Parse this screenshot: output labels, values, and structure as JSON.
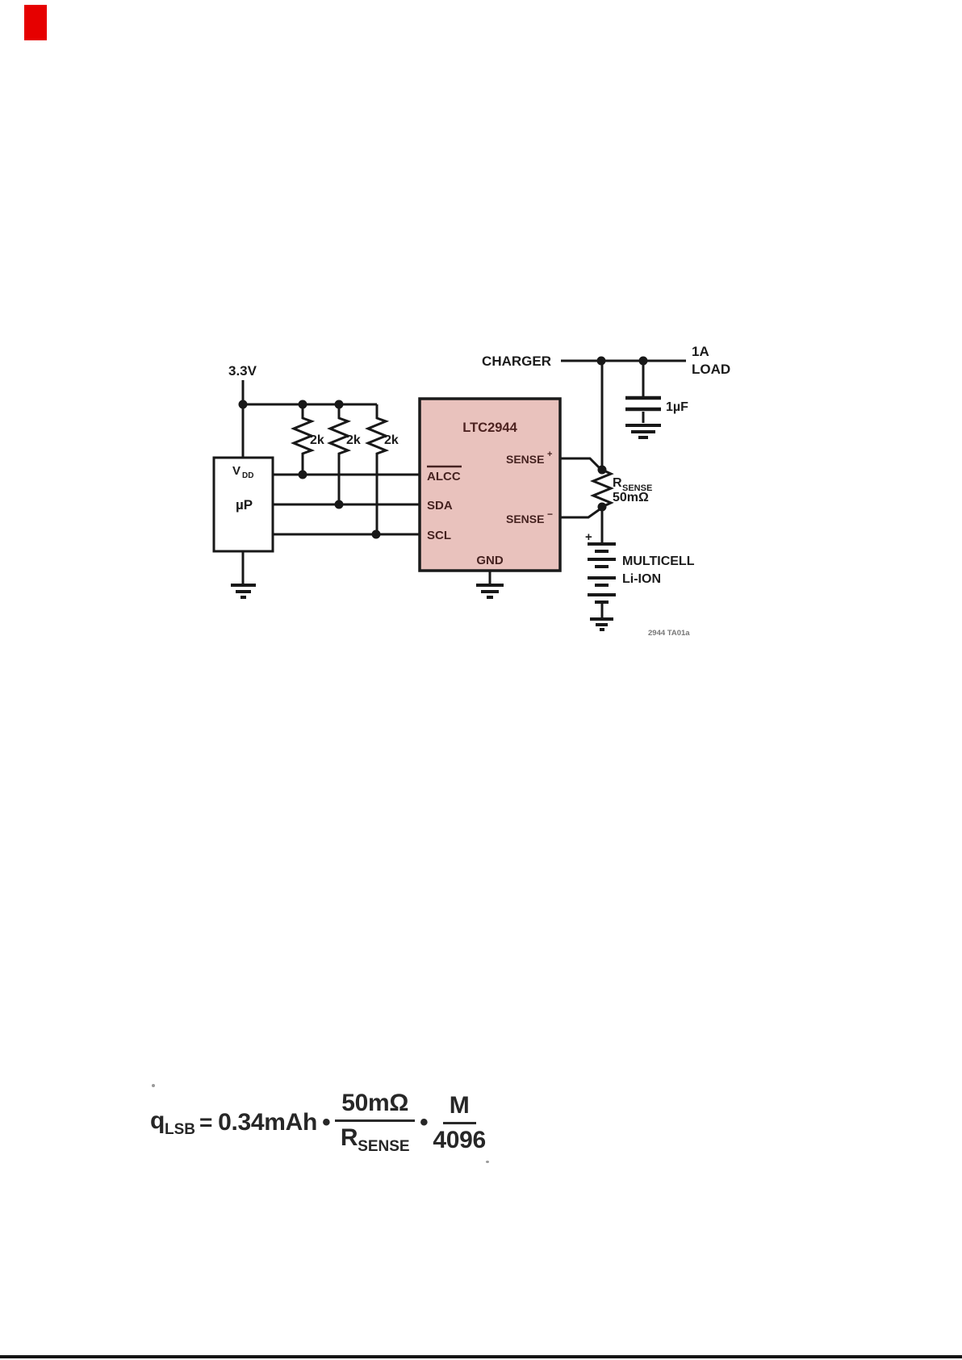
{
  "colors": {
    "marker_red": "#e60000",
    "ic_fill": "#e9c2bd",
    "ic_border": "#1a1a1a",
    "wire": "#181818",
    "label_text": "#1b1b1b",
    "ic_text": "#462321",
    "note_text": "#777777",
    "formula_text": "#272727"
  },
  "circuit": {
    "supply_label": "3.3V",
    "charger_label": "CHARGER",
    "load_line1": "1A",
    "load_line2": "LOAD",
    "cap_label": "1µF",
    "resistor_labels": [
      "2k",
      "2k",
      "2k"
    ],
    "mcu": {
      "vdd_main": "V",
      "vdd_sub": "DD",
      "name": "µP"
    },
    "ic": {
      "title": "LTC2944",
      "pin_alcc": "ALCC",
      "pin_sda": "SDA",
      "pin_scl": "SCL",
      "pin_gnd": "GND",
      "pin_sense_plus_main": "SENSE",
      "pin_sense_plus_sup": "+",
      "pin_sense_minus_main": "SENSE",
      "pin_sense_minus_sup": "−"
    },
    "rsense": {
      "r_main": "R",
      "r_sub": "SENSE",
      "value": "50mΩ"
    },
    "battery": {
      "plus": "+",
      "line1": "MULTICELL",
      "line2": "Li-ION"
    },
    "figure_note": "2944 TA01a"
  },
  "formula": {
    "q_main": "q",
    "q_sub": "LSB",
    "equals": "=",
    "value": "0.34mAh",
    "dot1": "•",
    "num1": "50mΩ",
    "den1_main": "R",
    "den1_sub": "SENSE",
    "dot2": "•",
    "num2": "M",
    "den2": "4096"
  }
}
